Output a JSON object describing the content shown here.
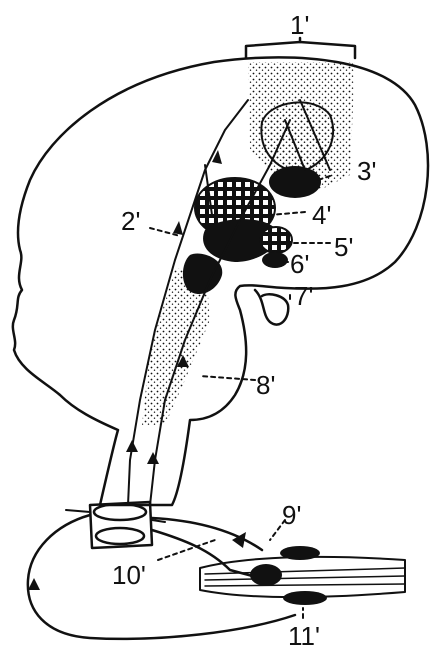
{
  "labels": {
    "l1": "1'",
    "l2": "2'",
    "l3": "3'",
    "l4": "4'",
    "l5": "5'",
    "l6": "6'",
    "l7": "7'",
    "l8": "8'",
    "l9": "9'",
    "l10": "10'",
    "l11": "11'"
  },
  "colors": {
    "ink": "#111111",
    "background": "#ffffff"
  }
}
